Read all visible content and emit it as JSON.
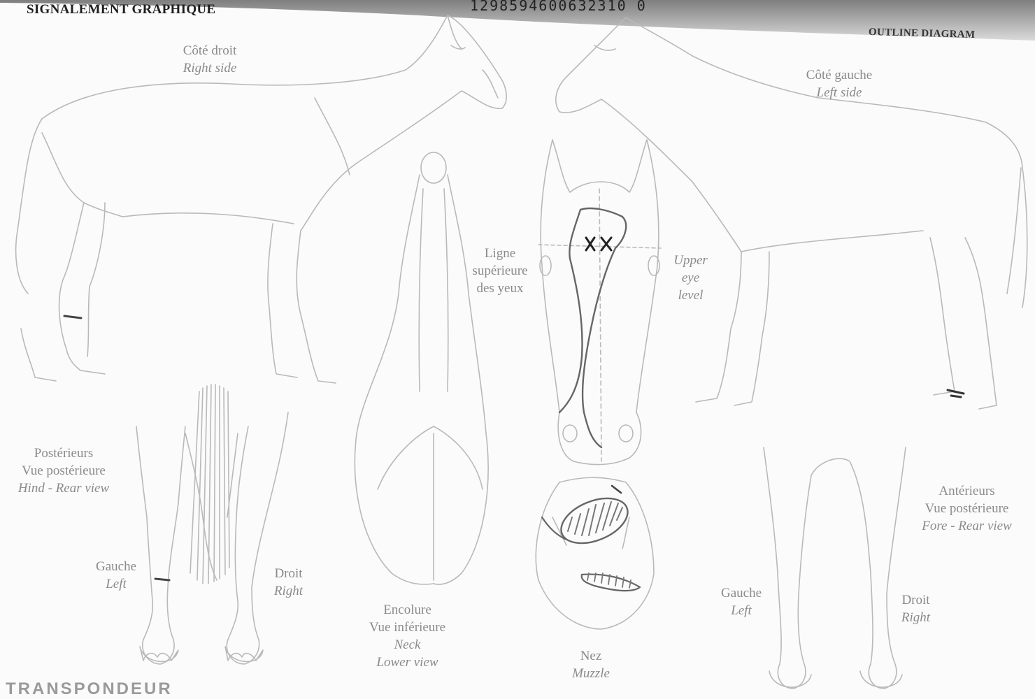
{
  "header": {
    "title_left": "SIGNALEMENT GRAPHIQUE",
    "number": "1298594600632310 0",
    "title_right": "OUTLINE DIAGRAM"
  },
  "labels": {
    "right_side": {
      "fr": "Côté droit",
      "en": "Right side"
    },
    "left_side": {
      "fr": "Côté gauche",
      "en": "Left side"
    },
    "eye_level_fr": [
      "Ligne",
      "supérieure",
      "des yeux"
    ],
    "eye_level_en": [
      "Upper",
      "eye",
      "level"
    ],
    "hind": {
      "fr1": "Postérieurs",
      "fr2": "Vue postérieure",
      "en": "Hind - Rear view"
    },
    "hind_left": {
      "fr": "Gauche",
      "en": "Left"
    },
    "hind_right": {
      "fr": "Droit",
      "en": "Right"
    },
    "neck": {
      "fr1": "Encolure",
      "fr2": "Vue inférieure",
      "en1": "Neck",
      "en2": "Lower view"
    },
    "muzzle": {
      "fr": "Nez",
      "en": "Muzzle"
    },
    "fore": {
      "fr1": "Antérieurs",
      "fr2": "Vue postérieure",
      "en": "Fore - Rear view"
    },
    "fore_left": {
      "fr": "Gauche",
      "en": "Left"
    },
    "fore_right": {
      "fr": "Droit",
      "en": "Right"
    }
  },
  "footer": {
    "transponder": "TRANSPONDEUR"
  }
}
